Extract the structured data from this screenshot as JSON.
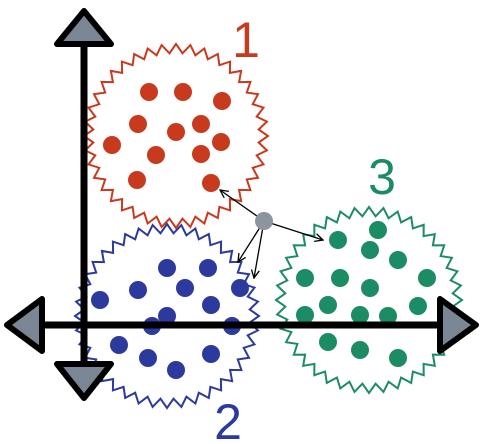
{
  "colors": {
    "axis": "#000000",
    "arrowhead_fill": "#7b8694",
    "query_point": "#8c949e",
    "neighbor_arrow": "#000000",
    "cluster_1": "#c83a1e",
    "cluster_2": "#2b3a9c",
    "cluster_3": "#1c8c64"
  },
  "clusters": [
    {
      "id": "1",
      "label": "1",
      "color": "#c83a1e",
      "point_count": 12
    },
    {
      "id": "2",
      "label": "2",
      "color": "#2b3a9c",
      "point_count": 14
    },
    {
      "id": "3",
      "label": "3",
      "color": "#1c8c64",
      "point_count": 16
    }
  ],
  "query": {
    "neighbor_arrows": 4
  }
}
